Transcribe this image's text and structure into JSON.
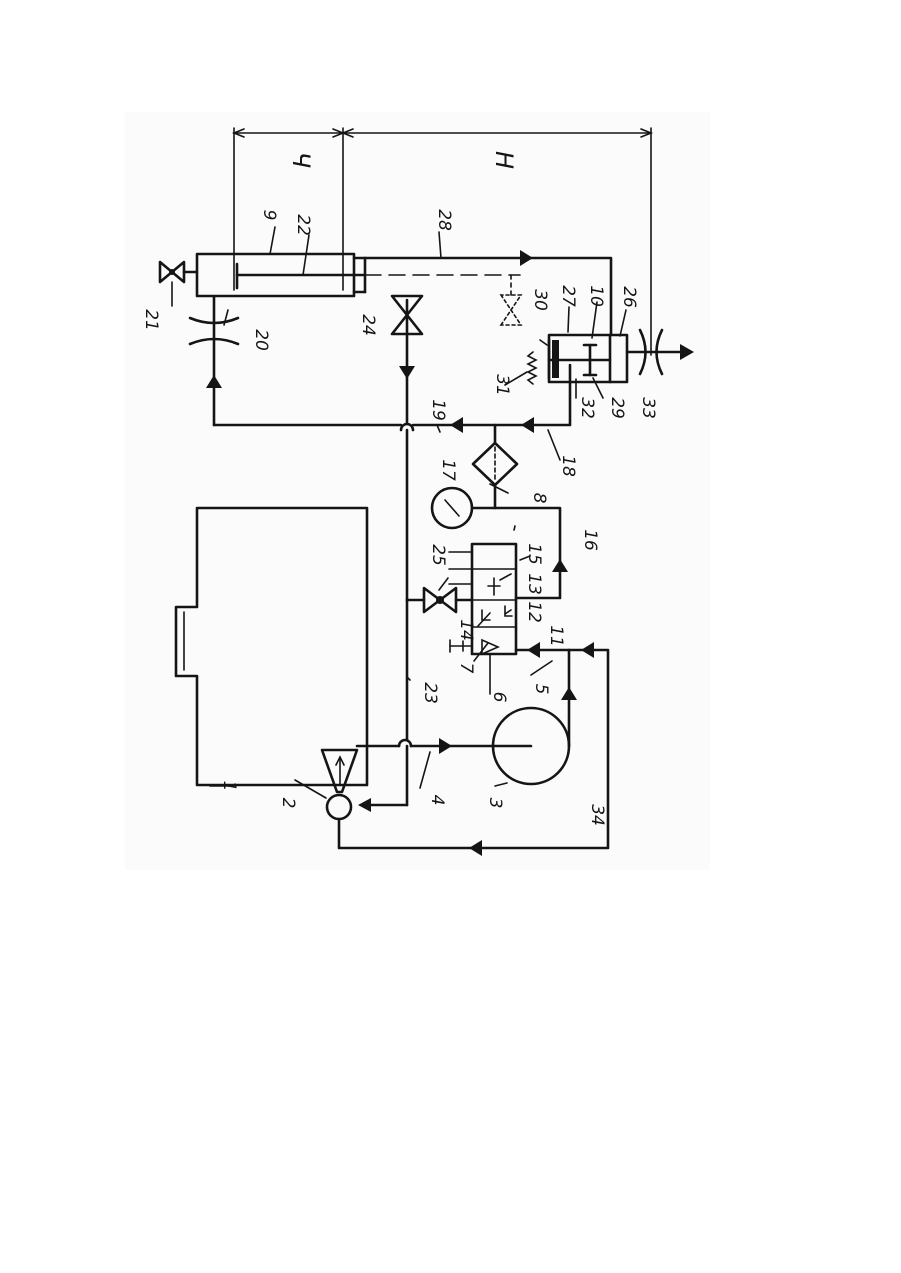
{
  "diagram": {
    "zones": {
      "left": "Ч",
      "right": "Н"
    },
    "labels": [
      "1",
      "2",
      "3",
      "4",
      "5",
      "6",
      "7",
      "8",
      "9",
      "10",
      "11",
      "12",
      "13",
      "14",
      "15",
      "16",
      "17",
      "18",
      "19",
      "20",
      "21",
      "22",
      "23",
      "24",
      "25",
      "26",
      "27",
      "28",
      "29",
      "30",
      "31",
      "32",
      "33",
      "34"
    ]
  }
}
